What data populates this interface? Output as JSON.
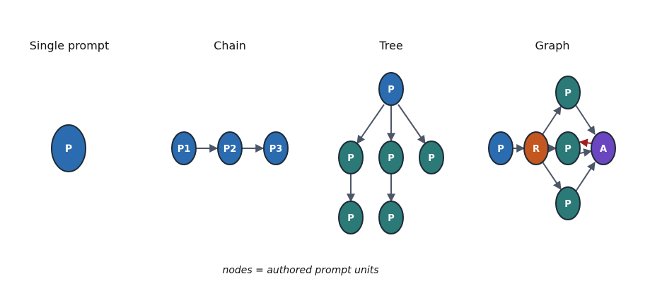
{
  "panels": {
    "single": {
      "title": "Single prompt",
      "node": "P"
    },
    "chain": {
      "title": "Chain",
      "nodes": [
        "P1",
        "P2",
        "P3"
      ]
    },
    "tree": {
      "title": "Tree",
      "root": "P",
      "child_1": "P",
      "child_2": "P",
      "child_3": "P",
      "grandchild_1": "P",
      "grandchild_2": "P"
    },
    "graph": {
      "title": "Graph",
      "entry": "P",
      "router": "R",
      "top": "P",
      "middle": "P",
      "bottom": "P",
      "aggregator": "A"
    }
  },
  "caption": "nodes = authored prompt units",
  "colors": {
    "prompt_blue": "#2b6cb0",
    "prompt_teal": "#2b7a78",
    "router_orange": "#c4561f",
    "aggregator_purple": "#6b46c1",
    "edge_gray": "#4d5668",
    "feedback_red": "#a31d1d"
  }
}
